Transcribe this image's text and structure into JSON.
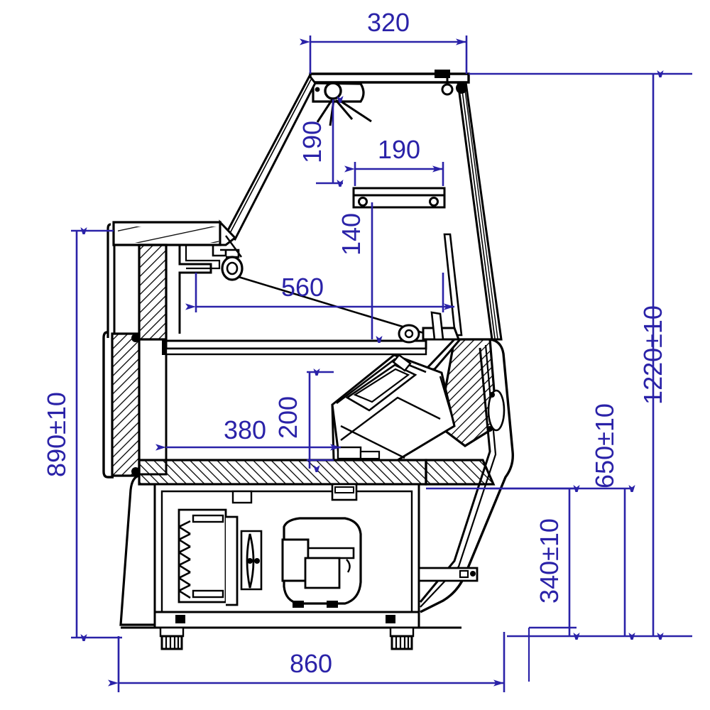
{
  "drawing": {
    "title": "Refrigerated Display Counter - Cross Section",
    "type": "technical-engineering-drawing",
    "view": "side-section",
    "units": "mm",
    "line_color_outline": "#000000",
    "line_color_dimension": "#2a22a8",
    "background": "#ffffff"
  },
  "dimensions": {
    "top_canopy_width": "320",
    "lamp_drop": "190",
    "shelf_width": "190",
    "shelf_drop": "140",
    "upper_depth": "560",
    "inner_depth": "380",
    "tray_height": "200",
    "overall_width": "860",
    "body_height": "890±10",
    "overall_height": "1220±10",
    "work_height": "650±10",
    "base_height": "340±10"
  },
  "labels": [
    {
      "id": "d320",
      "text": "320",
      "orient": "horizontal"
    },
    {
      "id": "d190v",
      "text": "190",
      "orient": "vertical"
    },
    {
      "id": "d190h",
      "text": "190",
      "orient": "horizontal"
    },
    {
      "id": "d140",
      "text": "140",
      "orient": "vertical"
    },
    {
      "id": "d560",
      "text": "560",
      "orient": "horizontal"
    },
    {
      "id": "d380",
      "text": "380",
      "orient": "horizontal"
    },
    {
      "id": "d200",
      "text": "200",
      "orient": "vertical"
    },
    {
      "id": "d860",
      "text": "860",
      "orient": "horizontal"
    },
    {
      "id": "d890",
      "text": "890±10",
      "orient": "vertical"
    },
    {
      "id": "d1220",
      "text": "1220±10",
      "orient": "vertical"
    },
    {
      "id": "d650",
      "text": "650±10",
      "orient": "vertical"
    },
    {
      "id": "d340",
      "text": "340±10",
      "orient": "vertical"
    }
  ],
  "components": [
    {
      "name": "glass-canopy-front",
      "description": "inclined front glass panel"
    },
    {
      "name": "glass-canopy-rear",
      "description": "rear upright glass panel"
    },
    {
      "name": "light-fixture",
      "description": "lamp housing at canopy apex"
    },
    {
      "name": "display-shelf",
      "description": "intermediate glass shelf"
    },
    {
      "name": "insulated-cabinet",
      "description": "hatched insulated body"
    },
    {
      "name": "display-tray",
      "description": "inclined evaporator tray"
    },
    {
      "name": "condenser-coil",
      "description": "finned condenser"
    },
    {
      "name": "compressor",
      "description": "hermetic compressor"
    },
    {
      "name": "adjustable-feet",
      "description": "levelling feet"
    }
  ]
}
